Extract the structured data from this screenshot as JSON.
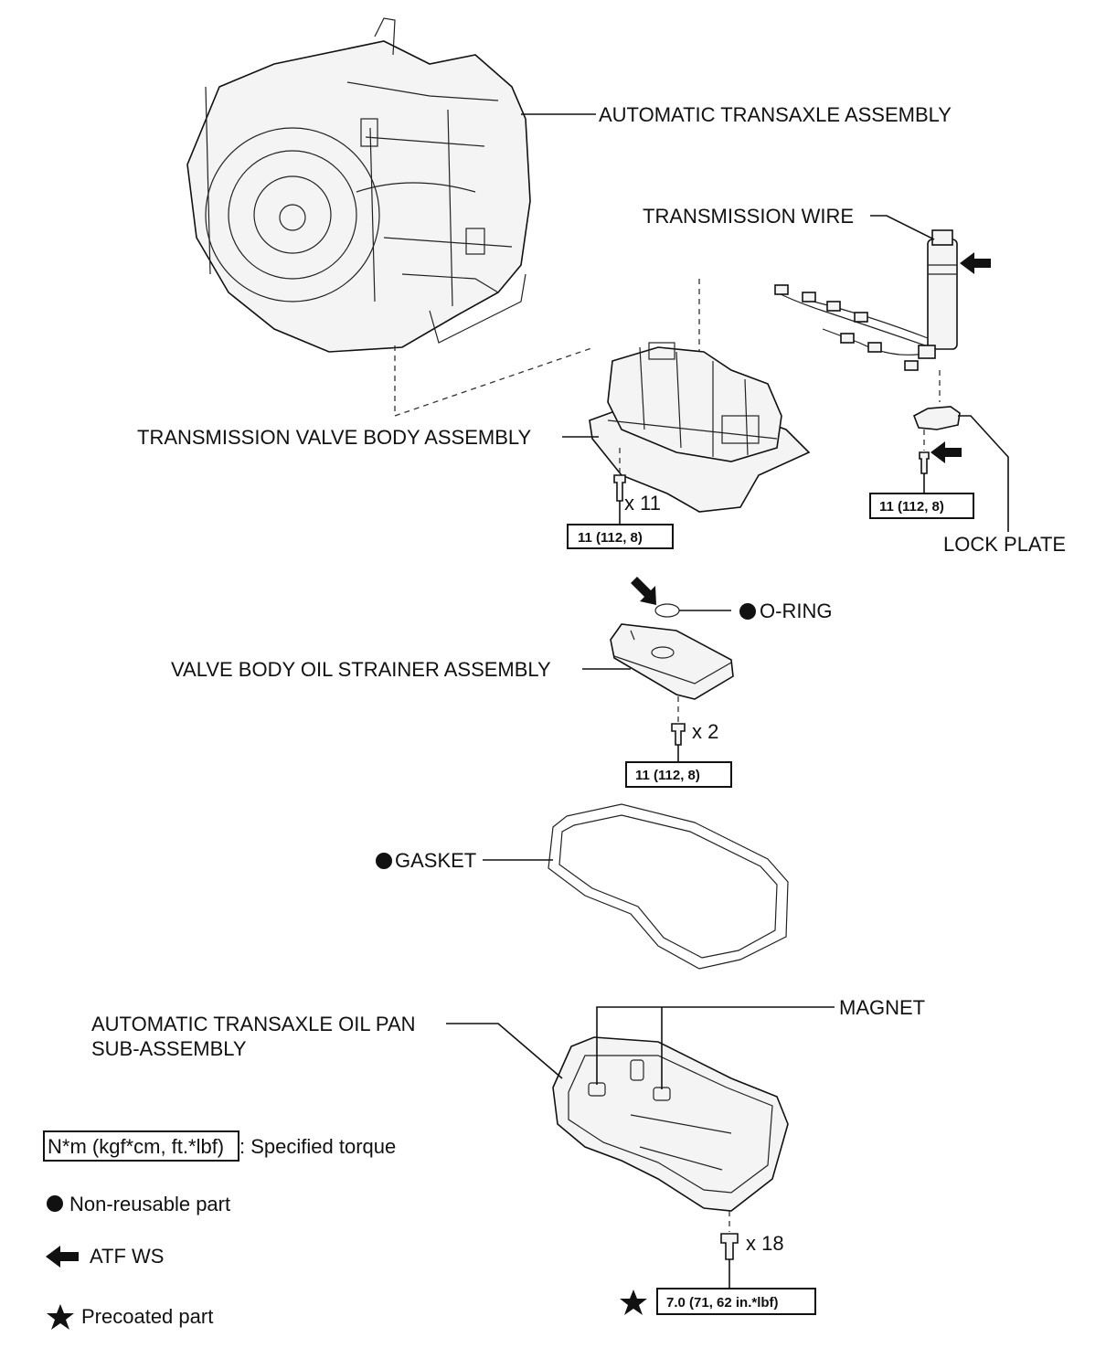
{
  "labels": {
    "automatic_transaxle_assembly": "AUTOMATIC TRANSAXLE ASSEMBLY",
    "transmission_wire": "TRANSMISSION WIRE",
    "transmission_valve_body_assembly": "TRANSMISSION VALVE BODY ASSEMBLY",
    "lock_plate": "LOCK PLATE",
    "o_ring": "O-RING",
    "valve_body_oil_strainer_assembly": "VALVE BODY OIL STRAINER ASSEMBLY",
    "gasket": "GASKET",
    "magnet": "MAGNET",
    "oil_pan_line1": "AUTOMATIC TRANSAXLE OIL PAN",
    "oil_pan_line2": "SUB-ASSEMBLY"
  },
  "quantities": {
    "valve_body_bolts": "x 11",
    "strainer_bolts": "x 2",
    "oil_pan_bolts": "x 18"
  },
  "torques": {
    "valve_body": "11 (112, 8)",
    "lock_plate": "11 (112, 8)",
    "strainer": "11 (112, 8)",
    "oil_pan": "7.0 (71, 62 in.*lbf)"
  },
  "legend": {
    "torque_box": "N*m (kgf*cm, ft.*lbf)",
    "torque_text": ": Specified torque",
    "non_reusable": "Non-reusable part",
    "atf": "ATF WS",
    "precoated": "Precoated part"
  },
  "icons": {
    "non_reusable": "filled-circle-icon",
    "atf": "left-arrow-icon",
    "precoated": "star-icon"
  }
}
